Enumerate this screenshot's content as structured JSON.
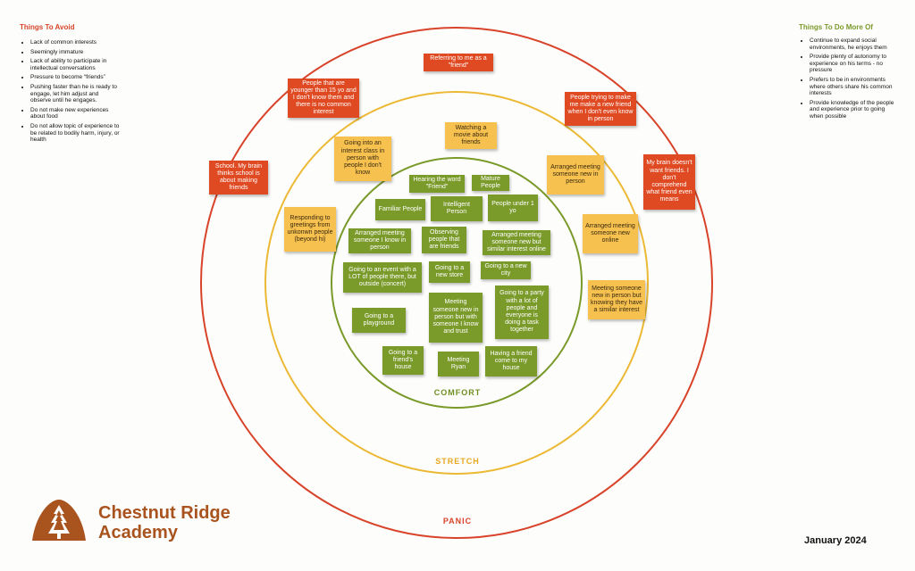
{
  "avoid": {
    "title": "Things To Avoid",
    "items": [
      "Lack of common interests",
      "Seemingly immature",
      "Lack of ability to participate in intellectual conversations",
      "Pressure to become “friends”",
      "Pushing faster than he is ready to engage, let him adjust and observe until he engages.",
      "Do not make new experiences about food",
      "Do not allow topic of experience to be related to bodily harm, injury, or health"
    ]
  },
  "do_more": {
    "title": "Things To Do More Of",
    "items": [
      "Continue to expand social environments, he enjoys them",
      "Provide plenty of autonomy to experience on his terms - no pressure",
      "Prefers to be in environments where others share his common interests",
      "Provide knowledge of the people and experience prior to going when possible"
    ]
  },
  "zones": {
    "comfort": "COMFORT",
    "stretch": "STRETCH",
    "panic": "PANIC"
  },
  "comfort_notes": [
    "Hearing the word \"Friend\"",
    "Mature People",
    "Familiar People",
    "Intelligent Person",
    "People under 1 yo",
    "Arranged meeting someone I know in person",
    "Observing people that are friends",
    "Arranged meeting someone new but similar interest online",
    "Going to an event with a LOT of people there, but outside (concert)",
    "Going to a new store",
    "Going to a new city",
    "Going to a playground",
    "Meeting someone new in person but with someone I know and trust",
    "Going to a party with a lot of people and everyone is doing a task together",
    "Going to a friend's house",
    "Meeting Ryan",
    "Having a friend come to my house"
  ],
  "stretch_notes": [
    "Watching a movie about friends",
    "Going into an interest class in person with people I don't know",
    "Responding to greetings from unkonwn people (beyond hi)",
    "Arranged meeting someone new in person",
    "Arranged meeting someone new online",
    "Meeting someone new in person but knowing they have a similar interest"
  ],
  "panic_notes": [
    "Referring to me as a \"friend\"",
    "People that are younger than 15 yo and I don't know them and there is no common interest",
    "People trying to make me make a new friend when I don't even know in person",
    "School. My brain thinks school is about making friends",
    "My brain doesn't want friends. I don't comprehend what friend even means"
  ],
  "logo": {
    "line1": "Chestnut Ridge",
    "line2": "Academy",
    "icon": "chestnut-mountain-logo-icon"
  },
  "date": "January 2024",
  "colors": {
    "panic": "#d8432a",
    "stretch": "#ecb935",
    "comfort": "#7a9a2a",
    "brand": "#a9531f"
  }
}
